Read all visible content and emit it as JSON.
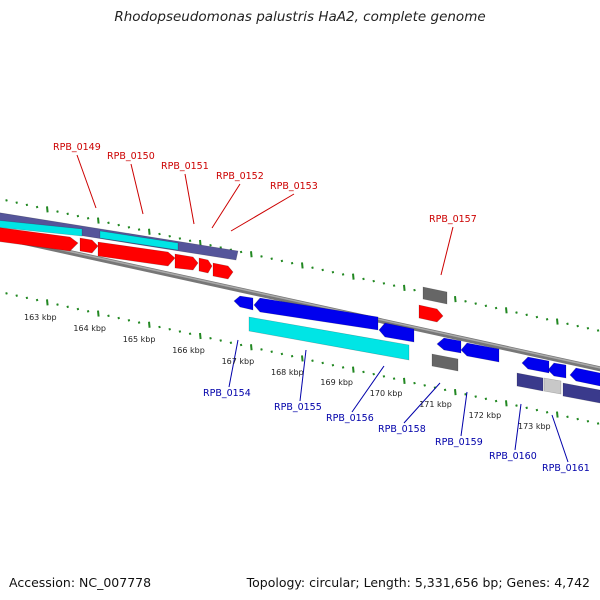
{
  "title": "Rhodopseudomonas palustris HaA2, complete genome",
  "footer": {
    "accession": "Accession: NC_007778",
    "summary": "Topology: circular; Length: 5,331,656 bp; Genes: 4,742"
  },
  "colors": {
    "forward_cds": "#ff0000",
    "reverse_cds": "#0000ee",
    "forward_feature": "#55559a",
    "reverse_feature": "#3a3a8c",
    "rna_cyan": "#00e5e5",
    "pseudo_grey": "#666666",
    "forward_label": "#cc0000",
    "reverse_label": "#0000aa",
    "tick_green": "#228822",
    "backbone": "#888888"
  },
  "kbp_labels": [
    "163 kbp",
    "164 kbp",
    "165 kbp",
    "166 kbp",
    "167 kbp",
    "168 kbp",
    "169 kbp",
    "170 kbp",
    "171 kbp",
    "172 kbp",
    "173 kbp"
  ],
  "forward_genes": [
    "RPB_0149",
    "RPB_0150",
    "RPB_0151",
    "RPB_0152",
    "RPB_0153",
    "RPB_0157"
  ],
  "reverse_genes": [
    "RPB_0154",
    "RPB_0155",
    "RPB_0156",
    "RPB_0158",
    "RPB_0159",
    "RPB_0160",
    "RPB_0161"
  ]
}
